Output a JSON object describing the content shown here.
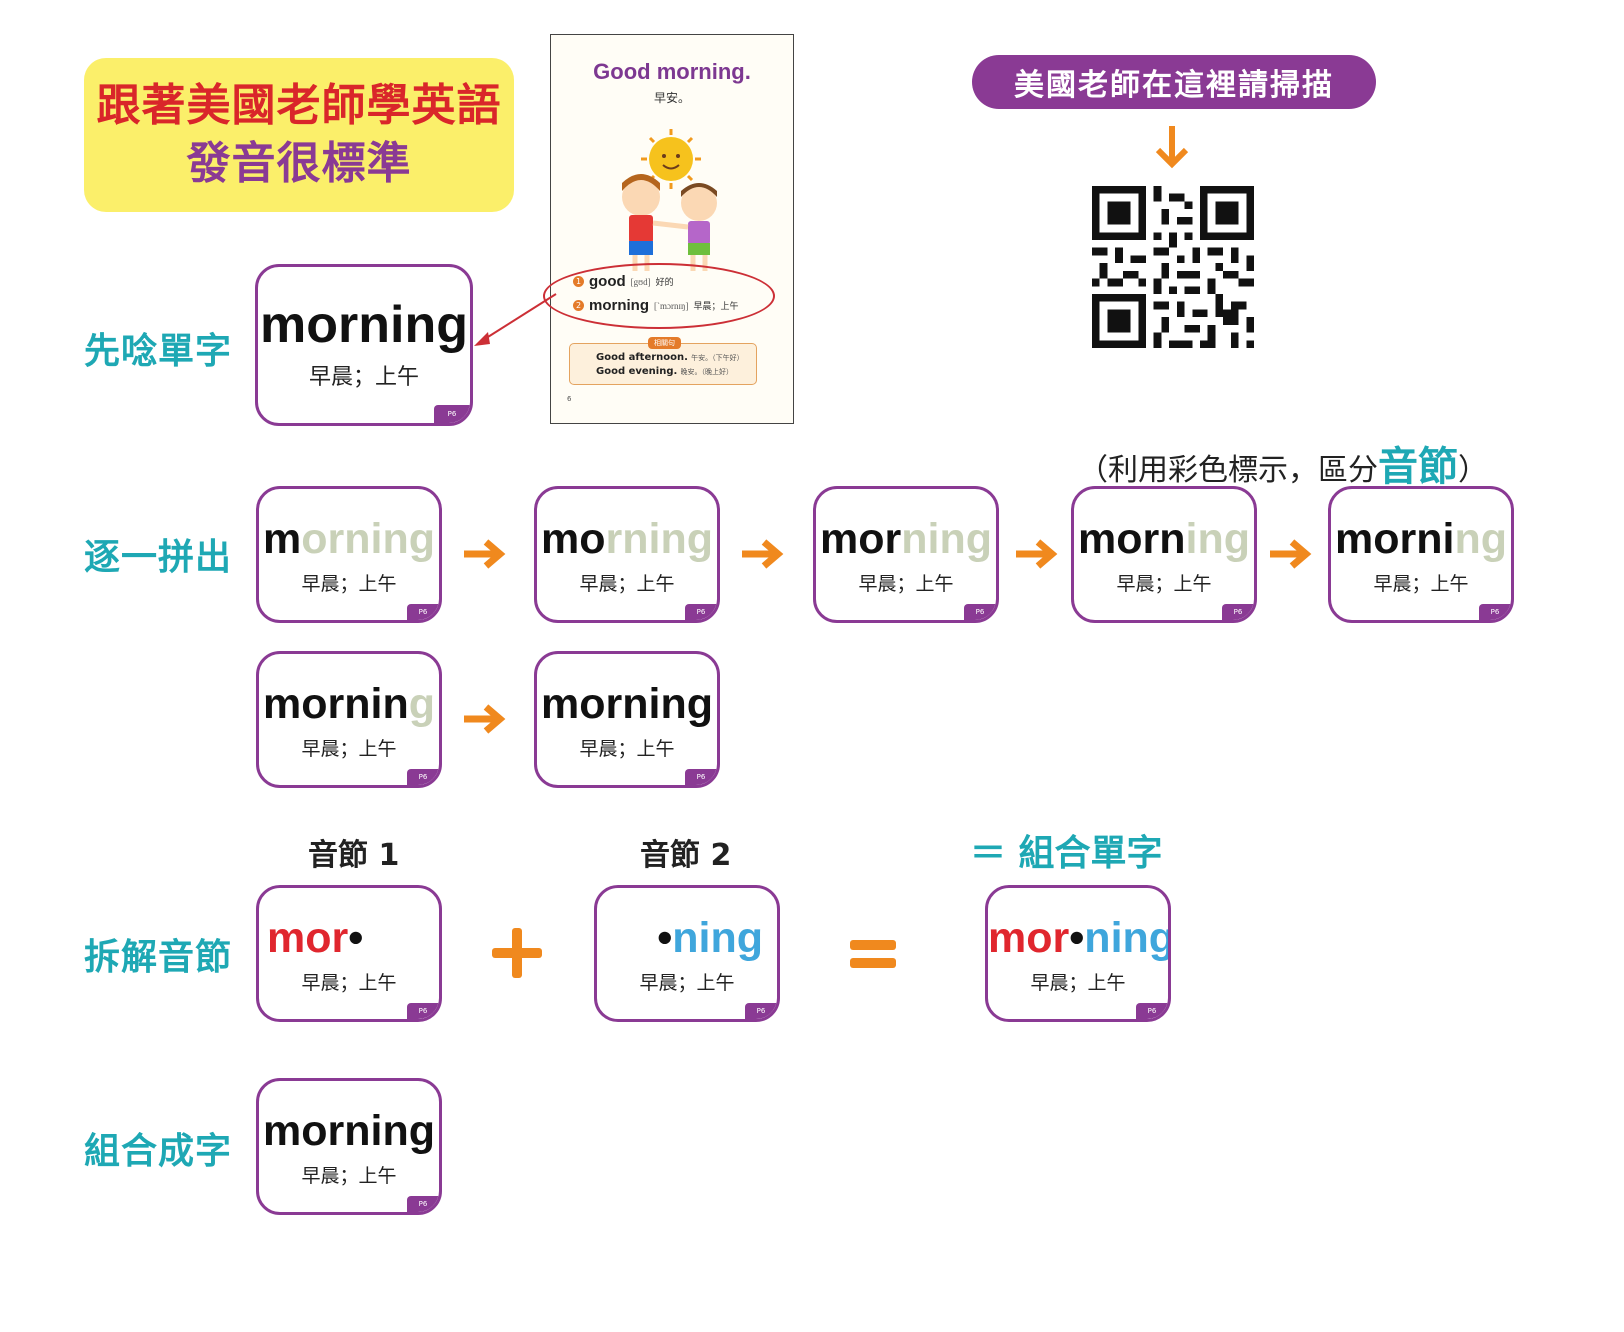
{
  "title": {
    "line1": "跟著美國老師學英語",
    "line2": "發音很標準"
  },
  "book": {
    "title": "Good morning.",
    "subtitle": "早安。",
    "vocab": [
      {
        "num": "1",
        "word": "good",
        "phonetic": "[gʊd]",
        "meaning": "好的"
      },
      {
        "num": "2",
        "word": "morning",
        "phonetic": "[ˋmɔrnɪŋ]",
        "meaning": "早晨；上午"
      }
    ],
    "box_tag": "相關句",
    "box_lines": [
      {
        "en": "Good afternoon.",
        "zh": "午安。（下午好）"
      },
      {
        "en": "Good evening.",
        "zh": "晚安。（晚上好）"
      }
    ],
    "page_number": "6"
  },
  "qr": {
    "pill_label": "美國老師在這裡請掃描"
  },
  "labels": {
    "step1": "先唸單字",
    "step2": "逐一拼出",
    "step3": "拆解音節",
    "step4": "組合成字"
  },
  "syllable_note": {
    "open": "（利用彩色標示，區分",
    "emphasis": "音節",
    "close": "）"
  },
  "syllable_headers": {
    "s1": "音節 1",
    "s2": "音節 2",
    "combined": "＝ 組合單字"
  },
  "card_page_tag": "P6",
  "meaning": "早晨；上午",
  "main_card": {
    "word": "morning"
  },
  "spell_steps": [
    {
      "bold": "m",
      "faded": "orning"
    },
    {
      "bold": "mo",
      "faded": "rning"
    },
    {
      "bold": "mor",
      "faded": "ning"
    },
    {
      "bold": "morn",
      "faded": "ing"
    },
    {
      "bold": "morni",
      "faded": "ng"
    },
    {
      "bold": "mornin",
      "faded": "g"
    },
    {
      "bold": "morning",
      "faded": ""
    }
  ],
  "syllables": {
    "first": "mor",
    "second": "ning",
    "dot": "•"
  },
  "final_card": {
    "word": "morning"
  },
  "colors": {
    "purple": "#8a3a94",
    "teal": "#1ea8b4",
    "orange": "#f0891e",
    "red": "#e0262e",
    "blue": "#3fa6dc",
    "yellow": "#fbef6a"
  }
}
